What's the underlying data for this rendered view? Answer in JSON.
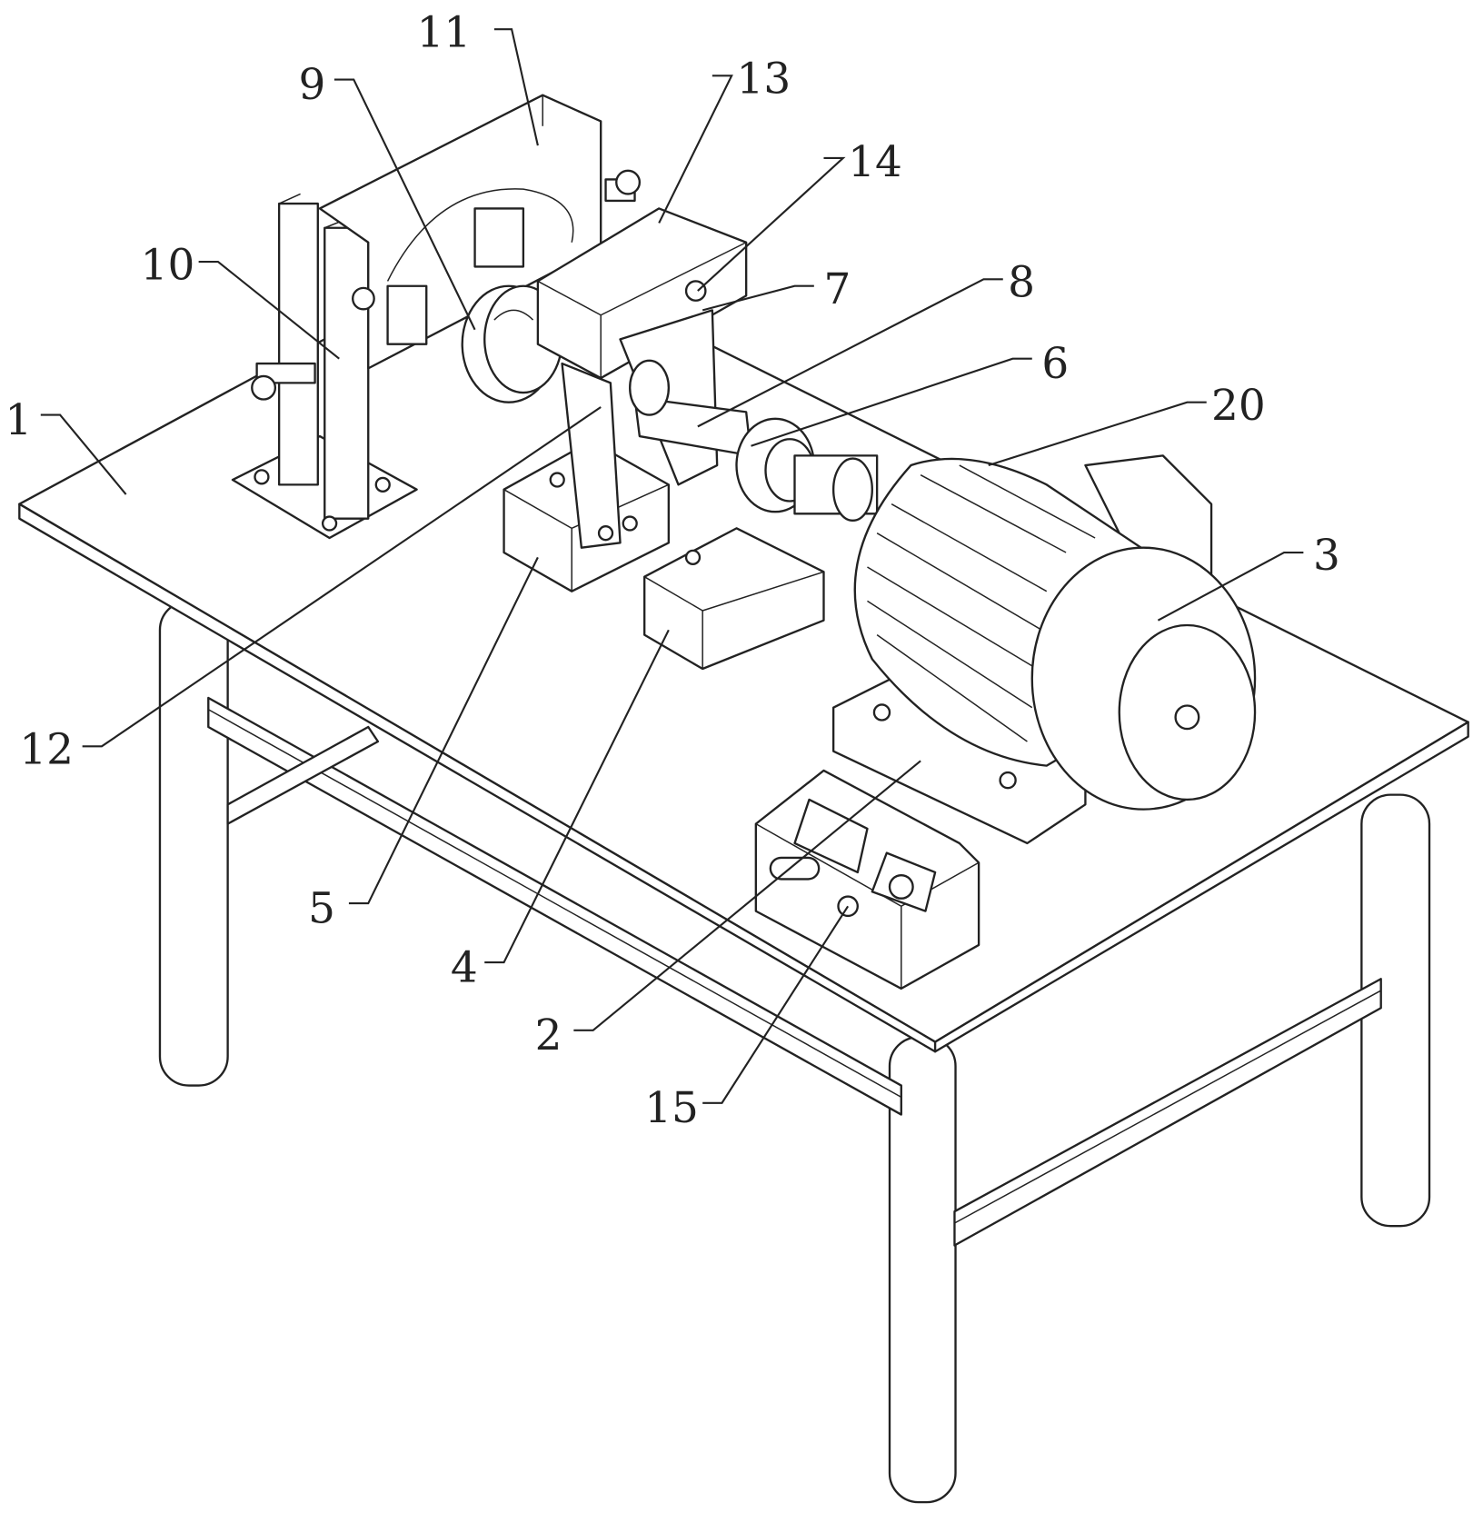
{
  "figure": {
    "labels": [
      {
        "id": "1",
        "text": "1"
      },
      {
        "id": "2",
        "text": "2"
      },
      {
        "id": "3",
        "text": "3"
      },
      {
        "id": "4",
        "text": "4"
      },
      {
        "id": "5",
        "text": "5"
      },
      {
        "id": "6",
        "text": "6"
      },
      {
        "id": "7",
        "text": "7"
      },
      {
        "id": "8",
        "text": "8"
      },
      {
        "id": "9",
        "text": "9"
      },
      {
        "id": "10",
        "text": "10"
      },
      {
        "id": "11",
        "text": "11"
      },
      {
        "id": "12",
        "text": "12"
      },
      {
        "id": "13",
        "text": "13"
      },
      {
        "id": "14",
        "text": "14"
      },
      {
        "id": "15",
        "text": "15"
      },
      {
        "id": "20",
        "text": "20"
      }
    ]
  }
}
